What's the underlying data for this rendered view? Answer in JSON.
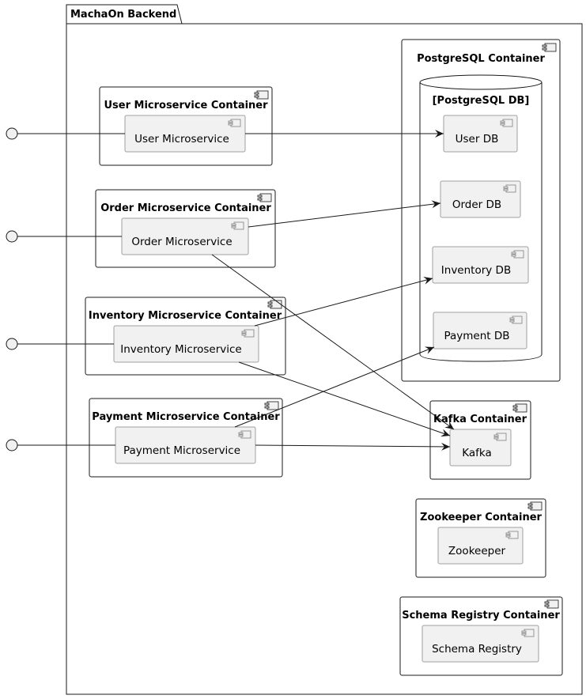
{
  "package": {
    "title": "MachaOn Backend"
  },
  "containers": {
    "postgres": {
      "title": "PostgreSQL Container"
    },
    "postgres_db": {
      "title": "[PostgreSQL DB]"
    },
    "user": {
      "title": "User Microservice Container"
    },
    "order": {
      "title": "Order Microservice Container"
    },
    "inventory": {
      "title": "Inventory Microservice Container"
    },
    "payment": {
      "title": "Payment Microservice Container"
    },
    "kafka": {
      "title": "Kafka Container"
    },
    "zookeeper": {
      "title": "Zookeeper Container"
    },
    "schema_registry": {
      "title": "Schema Registry Container"
    }
  },
  "components": {
    "user_ms": "User Microservice",
    "order_ms": "Order Microservice",
    "inventory_ms": "Inventory Microservice",
    "payment_ms": "Payment Microservice",
    "user_db": "User DB",
    "order_db": "Order DB",
    "inventory_db": "Inventory DB",
    "payment_db": "Payment DB",
    "kafka": "Kafka",
    "zookeeper": "Zookeeper",
    "schema_registry": "Schema Registry"
  }
}
